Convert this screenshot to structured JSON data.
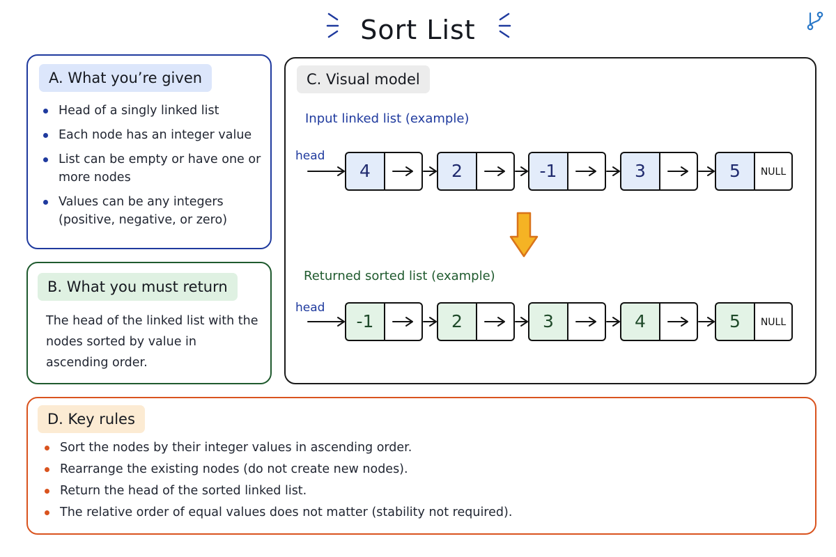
{
  "title": "Sort List",
  "panel_a": {
    "tag": "A.  What you’re given",
    "bullets": [
      "Head of a singly linked list",
      "Each node has an integer value",
      "List can be empty or have one or more nodes",
      "Values can be any integers (positive, negative, or zero)"
    ]
  },
  "panel_b": {
    "tag": "B.  What you must return",
    "text": "The head of the linked list with the nodes sorted by value in ascending order."
  },
  "panel_c": {
    "tag": "C.  Visual model",
    "input_label": "Input linked list (example)",
    "output_label": "Returned sorted list (example)",
    "head_label": "head",
    "null_label": "NULL",
    "input_values": [
      "4",
      "2",
      "-1",
      "3",
      "5"
    ],
    "output_values": [
      "-1",
      "2",
      "3",
      "4",
      "5"
    ]
  },
  "panel_d": {
    "tag": "D.  Key rules",
    "bullets": [
      "Sort the nodes by their integer values in ascending order.",
      "Rearrange the existing nodes (do not create new nodes).",
      "Return the head of the sorted linked list.",
      "The relative order of equal values does not matter (stability not required)."
    ]
  },
  "colors": {
    "blue": "#1f3a9e",
    "green": "#1f5a2e",
    "orange": "#d9531e",
    "input_fill": "#e3ecfa",
    "output_fill": "#e3f3e6",
    "down_arrow": "#f5b324"
  }
}
